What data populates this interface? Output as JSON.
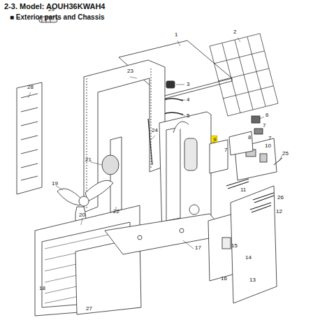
{
  "diagram": {
    "title": "2-3. Model: AOUH36KWAH4",
    "nodes": [
      {
        "text": [
          "9"
        ]
      }
    ],
    "labels": [
      "■ Exterior parts and Chassis",
      "1",
      "2",
      "3",
      "4",
      "5",
      "6",
      "7",
      "8",
      "7",
      "7",
      "10",
      "11",
      "12",
      "13",
      "14",
      "15",
      "16",
      "17",
      "18",
      "19",
      "20",
      "21",
      "22",
      "23",
      "24",
      "25",
      "26",
      "27",
      "28",
      "29"
    ]
  }
}
